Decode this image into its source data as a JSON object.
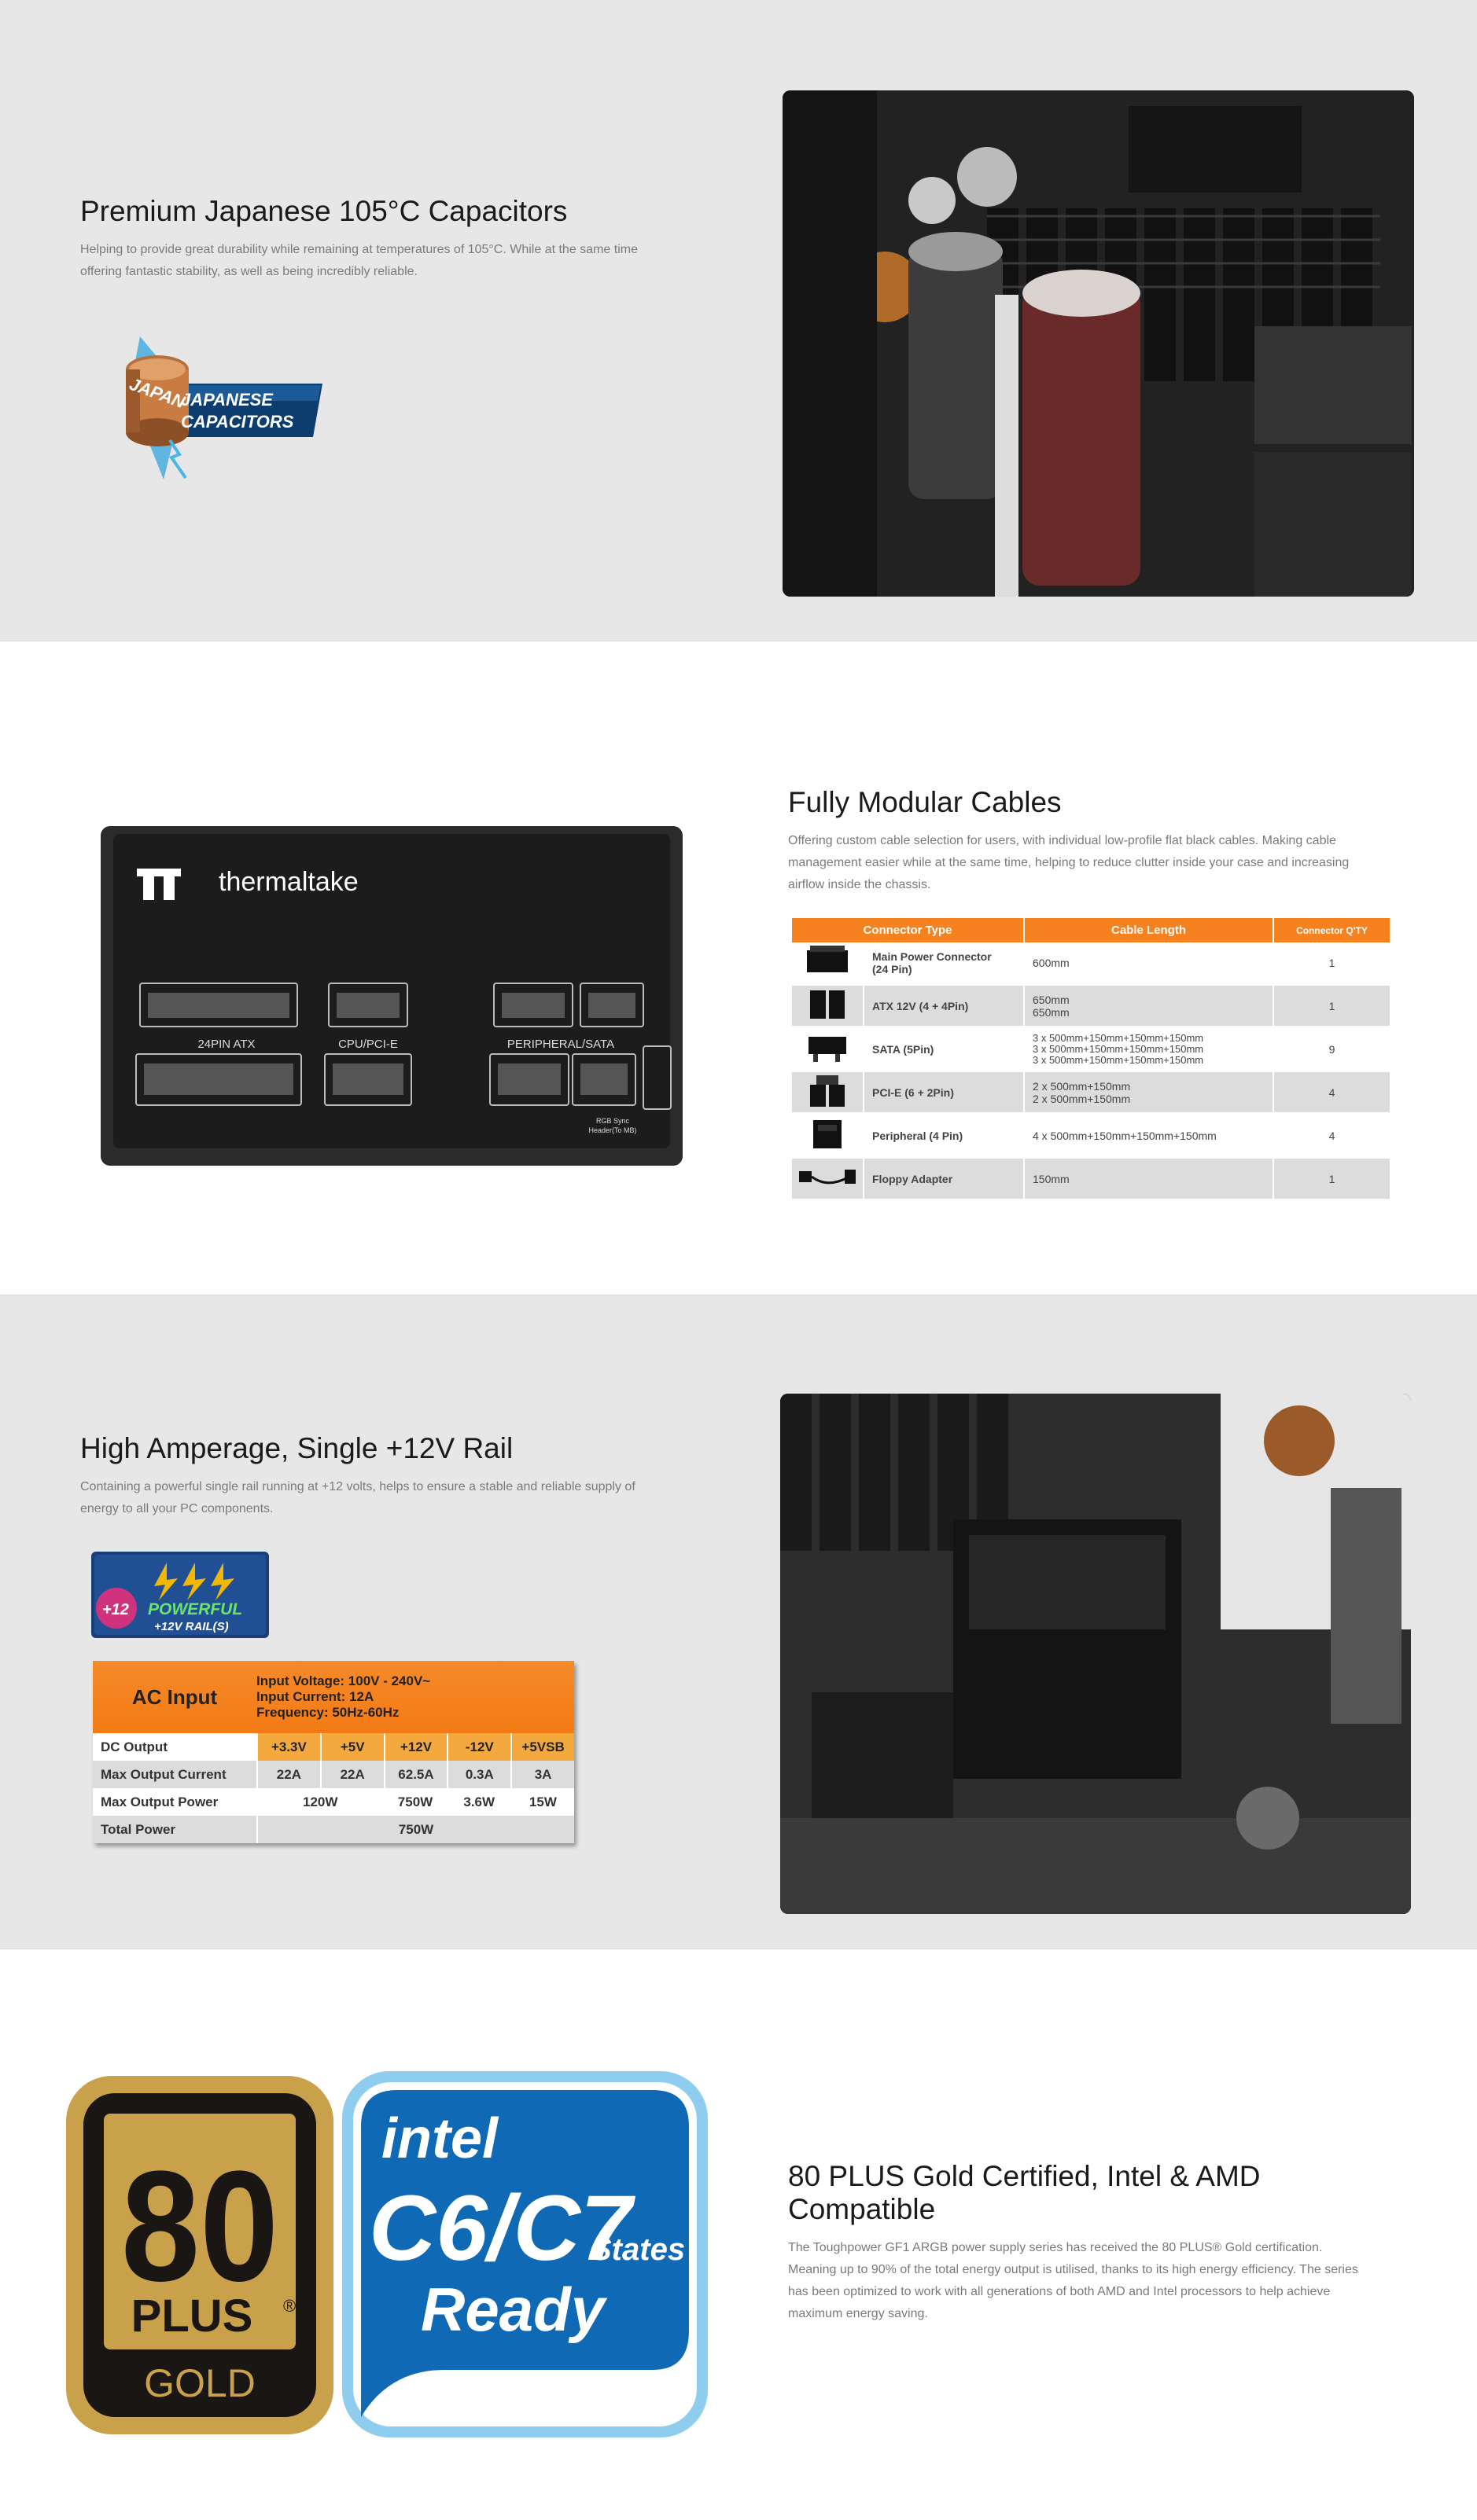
{
  "capacitors": {
    "title": "Premium Japanese 105°C Capacitors",
    "desc_line1": "Helping to provide great durability while remaining at temperatures of 105°C. While at the same time",
    "desc_line2": "offering fantastic stability, as well as being incredibly reliable.",
    "badge_line1": "JAPANESE",
    "badge_line2": "CAPACITORS",
    "badge_curve": "JAPAN"
  },
  "modular": {
    "title": "Fully Modular Cables",
    "desc_line1": "Offering custom cable selection for users, with individual low-profile flat black cables. Making cable",
    "desc_line2": "management easier while at the same time, helping to reduce clutter inside your case and increasing",
    "desc_line3": "airflow inside the chassis.",
    "psu_brand": "thermaltake",
    "psu_labels": [
      "24PIN ATX",
      "CPU/PCI-E",
      "PERIPHERAL/SATA"
    ],
    "psu_rgb_label_line1": "RGB Sync",
    "psu_rgb_label_line2": "Header(To MB)",
    "table_headers": [
      "Connector Type",
      "Cable Length",
      "Connector Q'TY"
    ],
    "rows": [
      {
        "name_line1": "Main Power Connector",
        "name_line2": "(24 Pin)",
        "length": [
          "600mm"
        ],
        "qty": "1"
      },
      {
        "name_line1": "ATX 12V (4 + 4Pin)",
        "name_line2": "",
        "length": [
          "650mm",
          "650mm"
        ],
        "qty": "1"
      },
      {
        "name_line1": "SATA (5Pin)",
        "name_line2": "",
        "length": [
          "3 x 500mm+150mm+150mm+150mm",
          "3 x 500mm+150mm+150mm+150mm",
          "3 x 500mm+150mm+150mm+150mm"
        ],
        "qty": "9"
      },
      {
        "name_line1": "PCI-E (6 + 2Pin)",
        "name_line2": "",
        "length": [
          "2 x 500mm+150mm",
          "2 x 500mm+150mm"
        ],
        "qty": "4"
      },
      {
        "name_line1": "Peripheral (4 Pin)",
        "name_line2": "",
        "length": [
          "4 x 500mm+150mm+150mm+150mm"
        ],
        "qty": "4"
      },
      {
        "name_line1": "Floppy Adapter",
        "name_line2": "",
        "length": [
          "150mm"
        ],
        "qty": "1"
      }
    ]
  },
  "amperage": {
    "title": "High Amperage, Single +12V Rail",
    "desc_line1": "Containing a powerful single rail running at +12 volts, helps to ensure a stable and reliable supply of",
    "desc_line2": "energy to all your PC components.",
    "badge_line1": "POWERFUL",
    "badge_line2": "+12V RAIL(S)",
    "badge_mark": "+12",
    "ac_label": "AC Input",
    "ac_info": [
      "Input Voltage: 100V - 240V~",
      "Input Current: 12A",
      "Frequency: 50Hz-60Hz"
    ],
    "dc_label": "DC Output",
    "dc_values": [
      "+3.3V",
      "+5V",
      "+12V",
      "-12V",
      "+5VSB"
    ],
    "max_current_label": "Max Output Current",
    "max_current": [
      "22A",
      "22A",
      "62.5A",
      "0.3A",
      "3A"
    ],
    "max_power_label": "Max Output Power",
    "max_power": [
      "120W",
      "750W",
      "3.6W",
      "15W"
    ],
    "total_label": "Total Power",
    "total": "750W"
  },
  "certified": {
    "title_line1": "80 PLUS Gold Certified, Intel & AMD",
    "title_line2": "Compatible",
    "desc_line1": "The Toughpower GF1 ARGB power supply series has received the 80 PLUS® Gold certification.",
    "desc_line2": "Meaning up to 90% of the total energy output is utilised, thanks to its high energy efficiency. The series",
    "desc_line3": "has been optimized to work with all generations of both AMD and Intel processors to help achieve",
    "desc_line4": "maximum energy saving.",
    "plus_number": "80",
    "plus_word": "PLUS",
    "plus_reg": "®",
    "plus_level": "GOLD",
    "intel_line1": "intel",
    "intel_line2": "C6/C7",
    "intel_states": "States",
    "intel_line3": "Ready"
  },
  "colors": {
    "accent_orange": "#f5821f",
    "gold": "#c9a14a",
    "intel_blue": "#0f69b4"
  }
}
